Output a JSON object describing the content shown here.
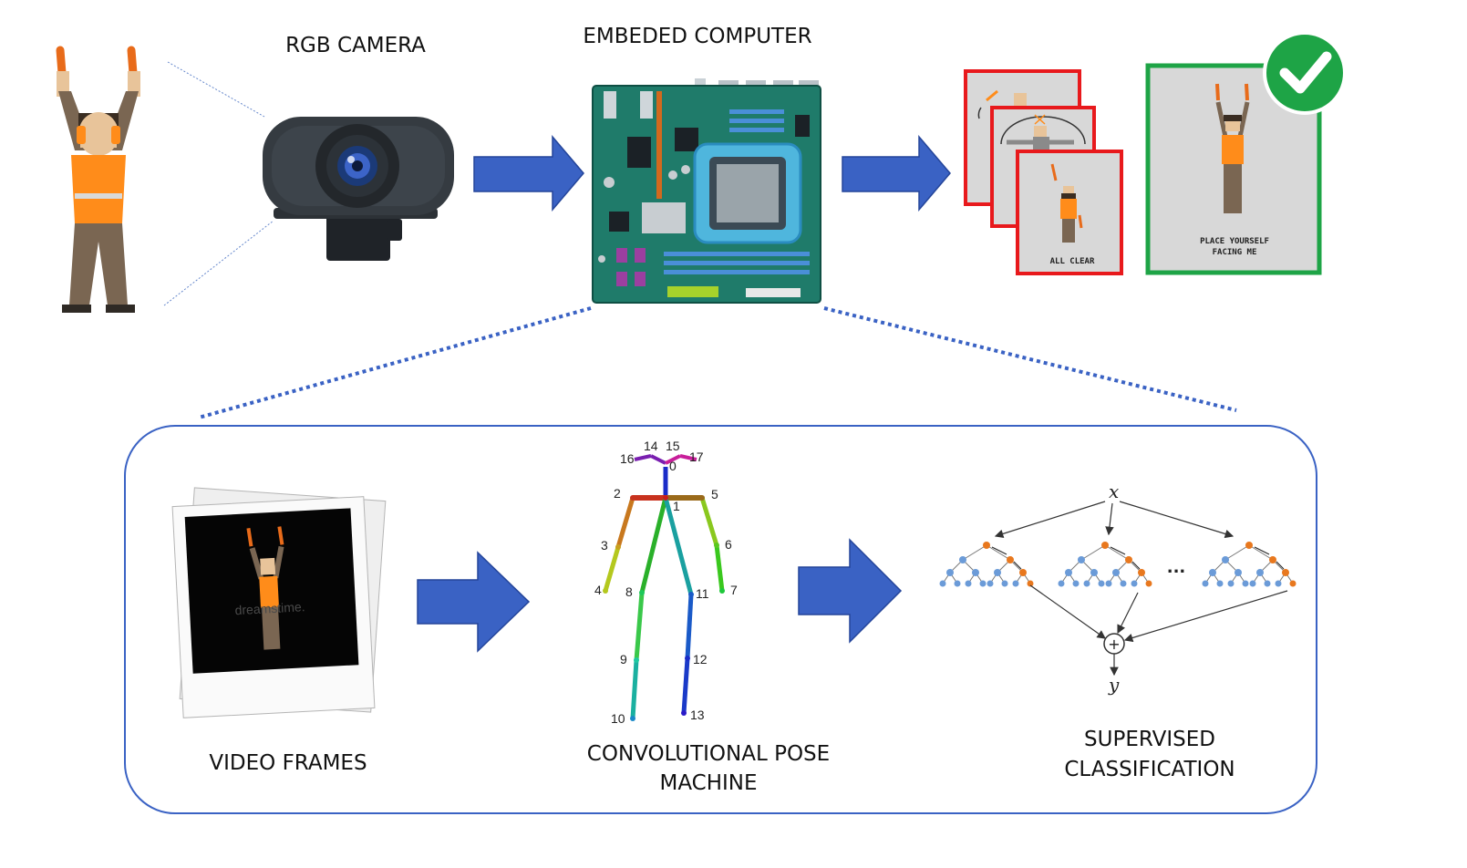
{
  "labels": {
    "camera": "RGB CAMERA",
    "computer": "EMBEDED COMPUTER",
    "video_frames": "VIDEO FRAMES",
    "cpm_line1": "CONVOLUTIONAL POSE",
    "cpm_line2": "MACHINE",
    "sup_line1": "SUPERVISED",
    "sup_line2": "CLASSIFICATION"
  },
  "signal_cards": {
    "small_card_caption": "ALL CLEAR",
    "large_card_line1": "PLACE YOURSELF",
    "large_card_line2": "FACING ME"
  },
  "watermark": "dreamstime.",
  "keypoints": [
    "0",
    "1",
    "2",
    "3",
    "4",
    "5",
    "6",
    "7",
    "8",
    "9",
    "10",
    "11",
    "12",
    "13",
    "14",
    "15",
    "16",
    "17"
  ],
  "ensemble": {
    "input": "x",
    "output": "y",
    "combine": "+",
    "ellipsis": "..."
  },
  "colors": {
    "arrow": "#3a62c4",
    "panel_border": "#3a62c4",
    "dotted": "#3a62c4",
    "reject": "#e8191c",
    "accept": "#1ea446",
    "vest": "#ff8c1a",
    "pcb": "#1f7b6a"
  }
}
